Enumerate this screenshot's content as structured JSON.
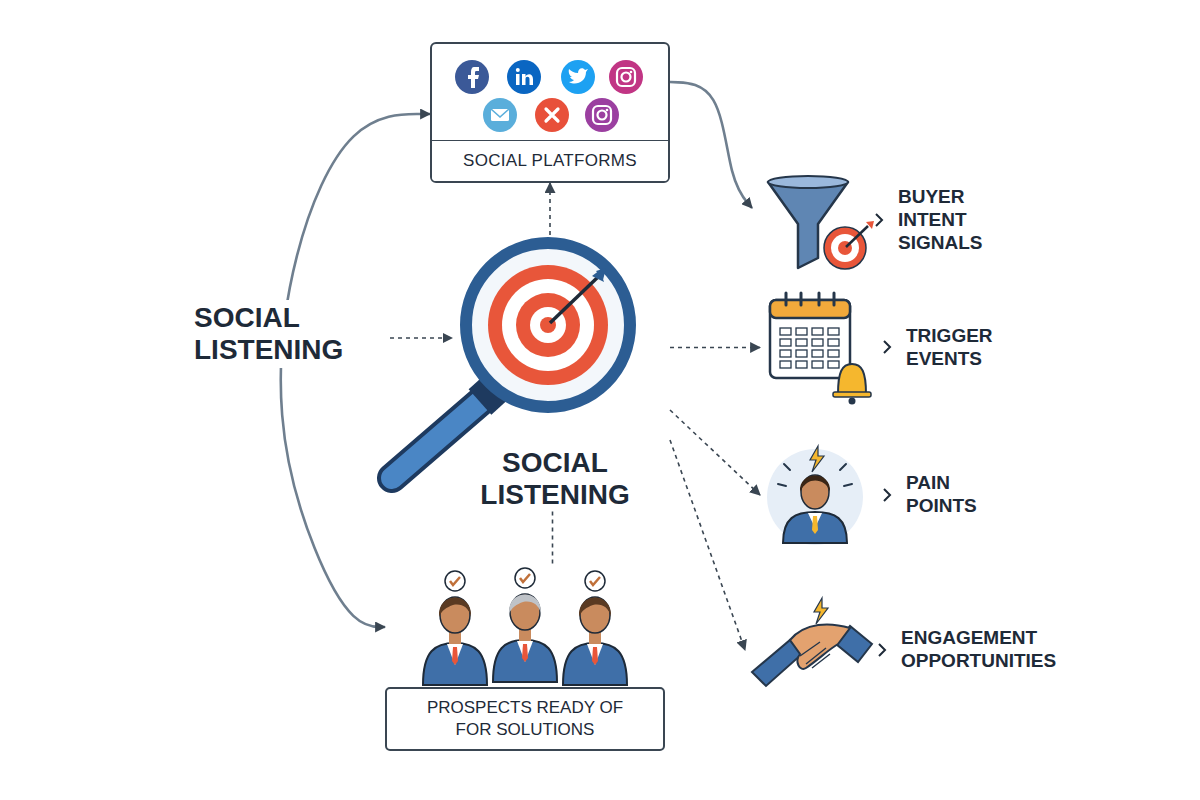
{
  "diagram": {
    "nodes": [
      {
        "text": [
          "SOCIAL PLATFORMS"
        ]
      },
      {
        "text": [
          "BUYER INTENT SIGNALS"
        ]
      },
      {
        "text": [
          "SOCIAL LISTENING"
        ]
      },
      {
        "text": [
          "TRIGGER EVENTS"
        ]
      },
      {
        "text": [
          "PAIN POINTS"
        ]
      },
      {
        "text": [
          "ENGAGEMENT OPPORTUNITIES"
        ]
      },
      {
        "text": [
          "PROSPECTS READY OF FOR SOLUTIONS"
        ]
      }
    ],
    "edges": [
      {
        "from": 0,
        "to": 1,
        "arrow": "to"
      },
      {
        "from": 0,
        "to": 6,
        "arrow": "both"
      },
      {
        "from": 2,
        "to": 0,
        "arrow": "to"
      },
      {
        "from": 2,
        "to": 3,
        "arrow": "to"
      },
      {
        "from": 2,
        "to": 4,
        "arrow": "to"
      },
      {
        "from": 2,
        "to": 5,
        "arrow": "to"
      },
      {
        "from": 2,
        "to": 6,
        "arrow": "none"
      }
    ],
    "labels": [
      "SOCIAL LISTENING"
    ]
  }
}
